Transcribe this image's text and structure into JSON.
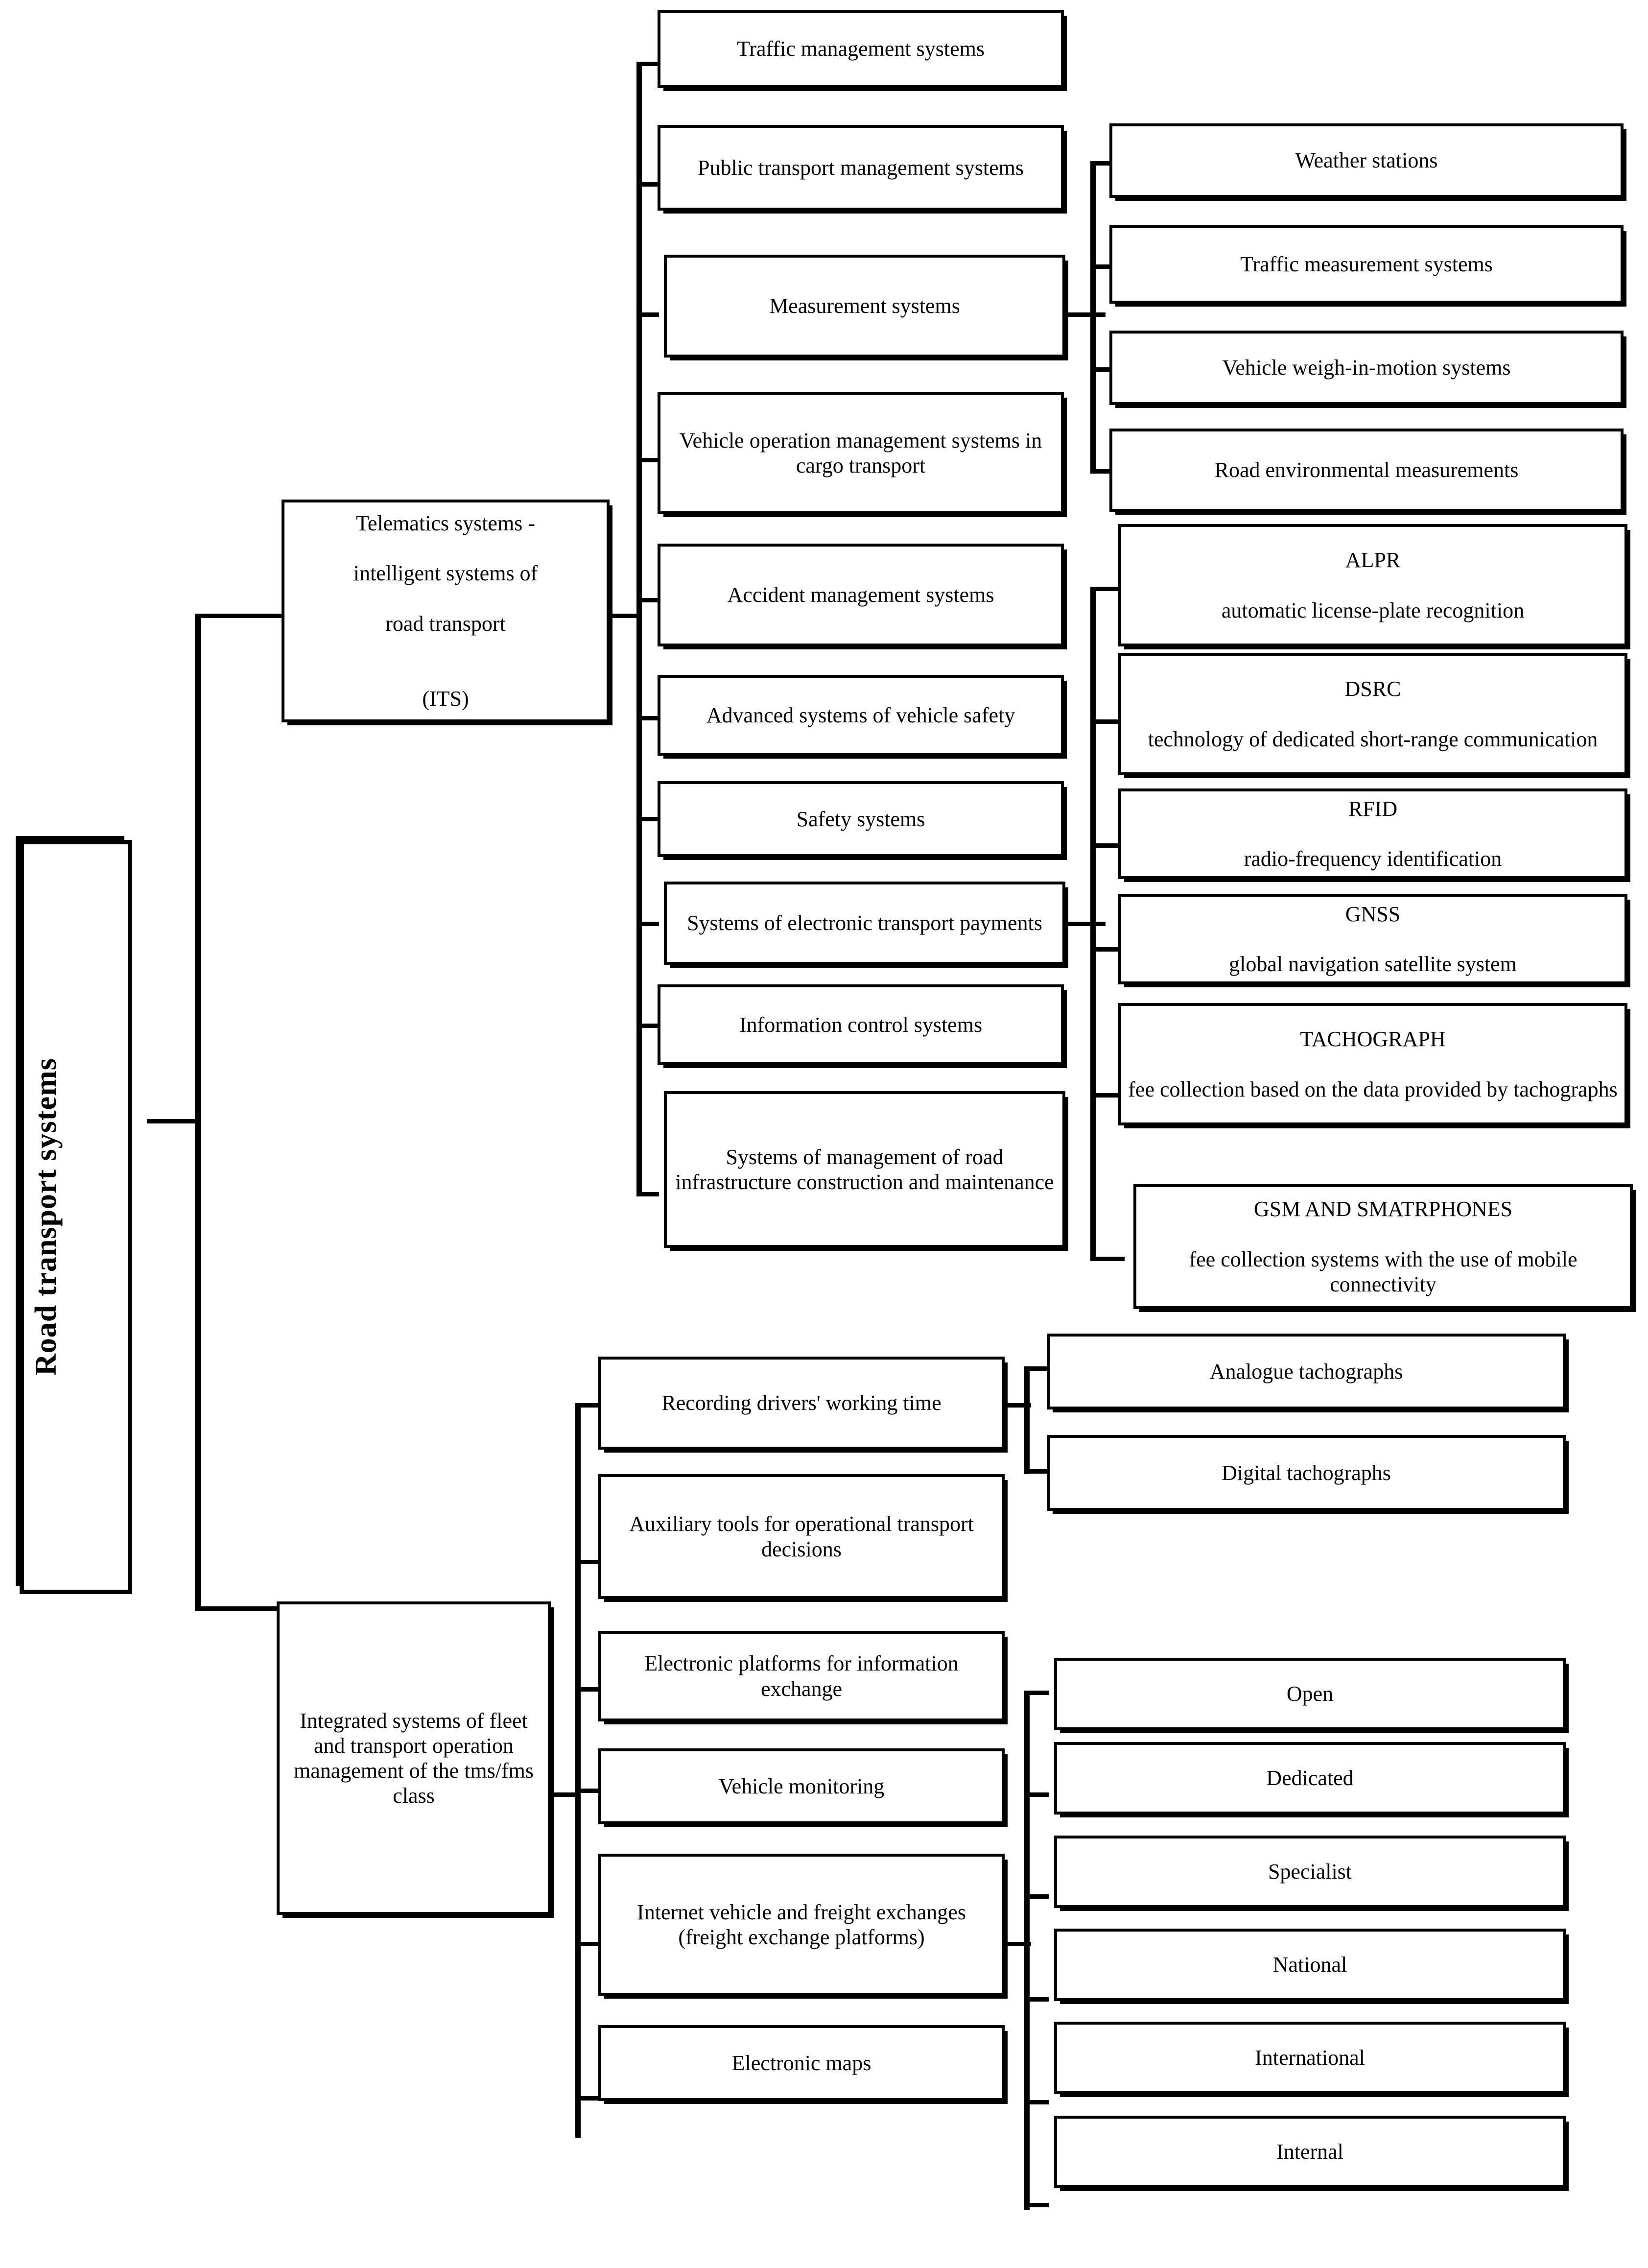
{
  "diagram": {
    "title": "Road transport systems",
    "type": "hierarchy-tree"
  },
  "root": {
    "label": "Road transport systems"
  },
  "branches": [
    {
      "id": "its",
      "label": "Telematics systems - intelligent systems of road transport\n\n(ITS)",
      "label_line1": "Telematics systems -",
      "label_line2": "intelligent systems of",
      "label_line3": "road transport",
      "label_line4": "(ITS)",
      "children": [
        {
          "id": "traffic-management-systems",
          "label": "Traffic management systems"
        },
        {
          "id": "public-transport-management-systems",
          "label": "Public transport management systems"
        },
        {
          "id": "measurement-systems",
          "label": "Measurement systems",
          "children": [
            {
              "id": "weather-stations",
              "label": "Weather stations"
            },
            {
              "id": "traffic-measurement-systems",
              "label": "Traffic measurement systems"
            },
            {
              "id": "vehicle-weigh-in-motion-systems",
              "label": "Vehicle weigh-in-motion systems"
            },
            {
              "id": "road-environmental-measurements",
              "label": "Road environmental measurements"
            }
          ]
        },
        {
          "id": "vehicle-operation-management-systems-in-cargo-transport",
          "label": "Vehicle operation management systems in cargo transport"
        },
        {
          "id": "accident-management-systems",
          "label": "Accident management systems"
        },
        {
          "id": "advanced-systems-of-vehicle-safety",
          "label": "Advanced systems of vehicle safety"
        },
        {
          "id": "safety-systems",
          "label": "Safety systems"
        },
        {
          "id": "systems-of-electronic-transport-payments",
          "label": "Systems of electronic transport payments",
          "children": [
            {
              "id": "alpr",
              "acronym": "ALPR",
              "expansion": "automatic license-plate recognition"
            },
            {
              "id": "dsrc",
              "acronym": "DSRC",
              "expansion": "technology of dedicated short-range communication"
            },
            {
              "id": "rfid",
              "acronym": "RFID",
              "expansion": "radio-frequency identification"
            },
            {
              "id": "gnss",
              "acronym": "GNSS",
              "expansion": "global navigation satellite system"
            },
            {
              "id": "tachograph",
              "acronym": "TACHOGRAPH",
              "expansion": "fee collection based on the data provided by tachographs"
            },
            {
              "id": "gsm-and-smatrphones",
              "acronym": "GSM AND SMATRPHONES",
              "expansion": "fee collection systems with the use of mobile connectivity"
            }
          ]
        },
        {
          "id": "information-control-systems",
          "label": "Information control systems"
        },
        {
          "id": "systems-of-management-of-road-infrastructure-construction-and-maintenance",
          "label": "Systems of management of road infrastructure construction and maintenance"
        }
      ]
    },
    {
      "id": "tms-fms",
      "label": "Integrated systems of fleet and transport operation management of the tms/fms class",
      "children": [
        {
          "id": "recording-drivers-working-time",
          "label": "Recording drivers' working time",
          "children": [
            {
              "id": "analogue-tachographs",
              "label": "Analogue tachographs"
            },
            {
              "id": "digital-tachographs",
              "label": "Digital tachographs"
            }
          ]
        },
        {
          "id": "auxiliary-tools-for-operational-transport-decisions",
          "label": "Auxiliary tools for operational transport decisions"
        },
        {
          "id": "electronic-platforms-for-information-exchange",
          "label": "Electronic platforms for information exchange"
        },
        {
          "id": "vehicle-monitoring",
          "label": "Vehicle monitoring"
        },
        {
          "id": "internet-vehicle-and-freight-exchanges",
          "label": "Internet vehicle and freight exchanges (freight exchange platforms)",
          "children": [
            {
              "id": "open",
              "label": "Open"
            },
            {
              "id": "dedicated",
              "label": "Dedicated"
            },
            {
              "id": "specialist",
              "label": "Specialist"
            },
            {
              "id": "national",
              "label": "National"
            },
            {
              "id": "international",
              "label": "International"
            },
            {
              "id": "internal",
              "label": "Internal"
            }
          ]
        },
        {
          "id": "electronic-maps",
          "label": "Electronic maps"
        }
      ]
    }
  ],
  "colors": {
    "border": "#000000",
    "background": "#ffffff",
    "text": "#000000"
  }
}
